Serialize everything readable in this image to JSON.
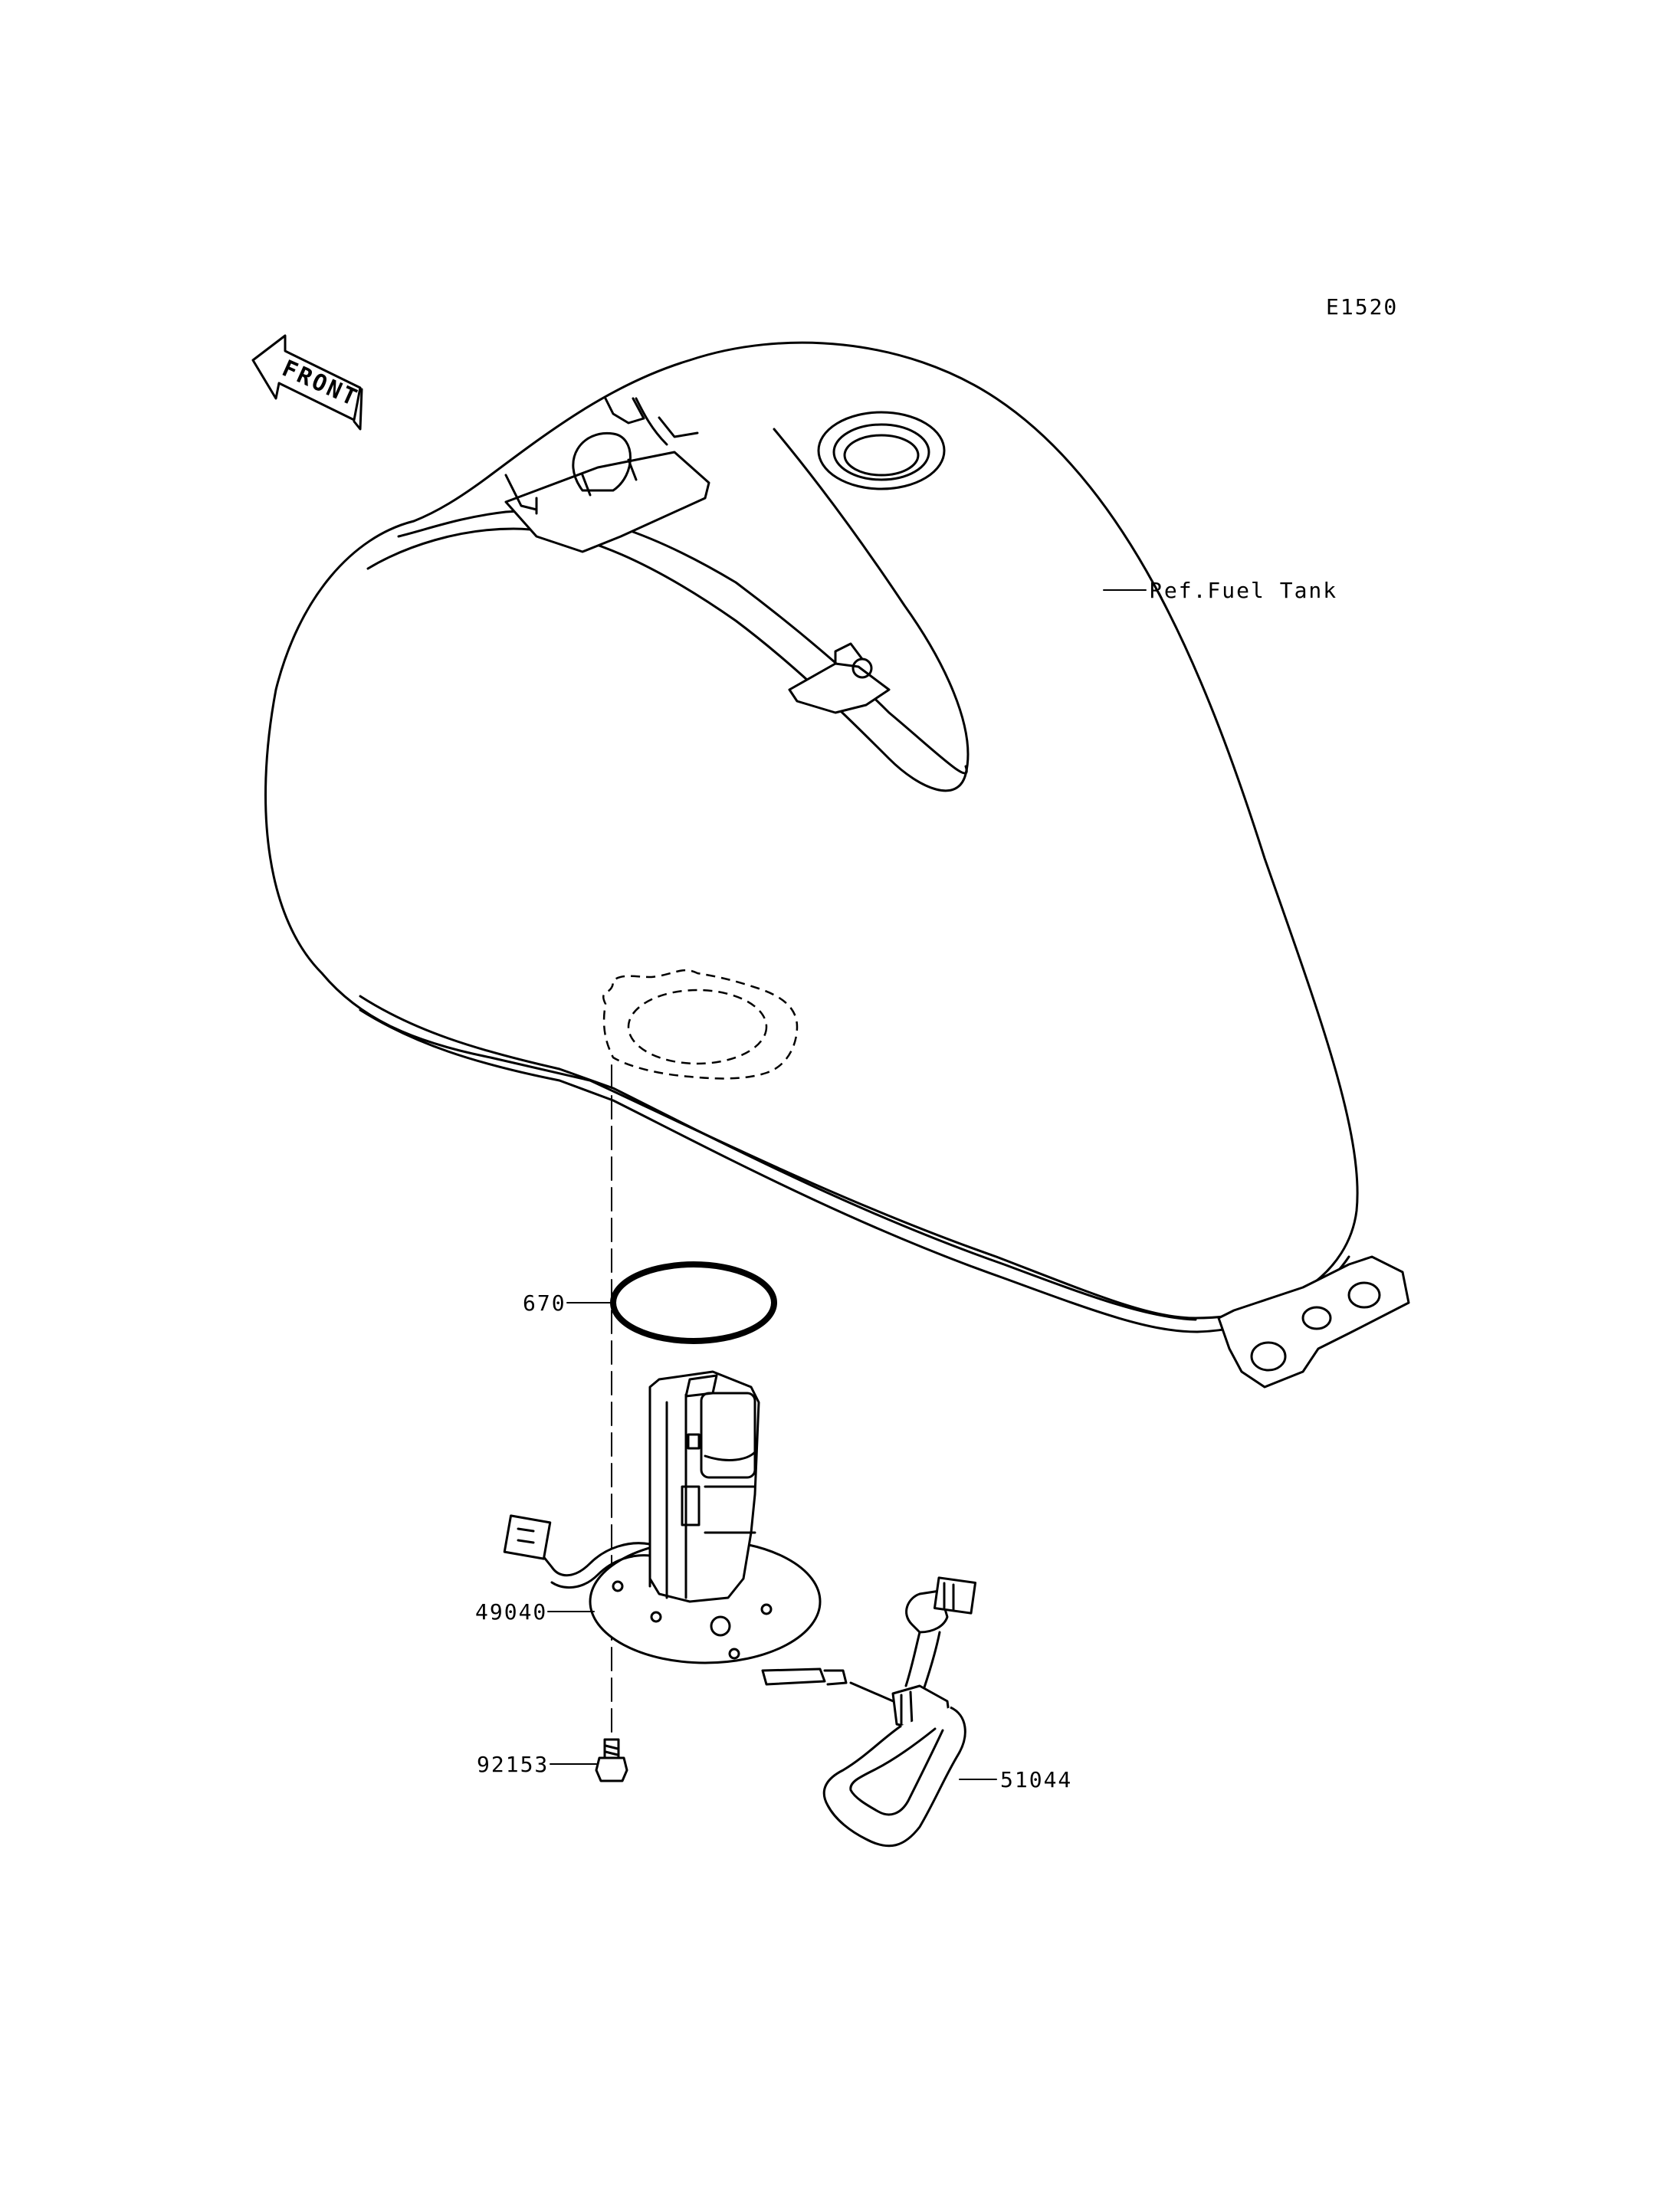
{
  "diagram": {
    "code": "E1520",
    "direction_label": "FRONT",
    "reference_label": "Ref.Fuel Tank",
    "parts": [
      {
        "number": "670"
      },
      {
        "number": "49040"
      },
      {
        "number": "92153"
      },
      {
        "number": "51044"
      }
    ]
  }
}
